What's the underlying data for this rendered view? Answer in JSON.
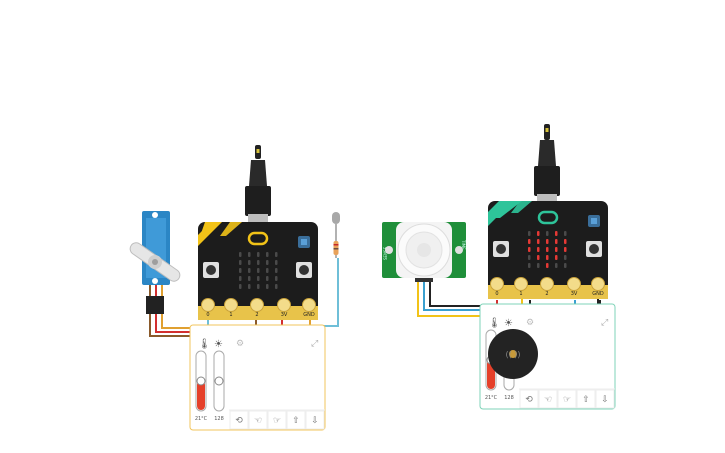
{
  "circuit_left": {
    "pins": [
      "0",
      "1",
      "2",
      "3V",
      "GND"
    ],
    "panel": {
      "temperature": "21°C",
      "light": "128",
      "temp_icon": "thermometer-icon",
      "light_icon": "sun-icon",
      "gesture_icons": [
        "shake-icon",
        "tilt-left-icon",
        "tilt-right-icon",
        "logo-up-icon",
        "logo-down-icon"
      ]
    },
    "colors": {
      "panel_border": "#f2c55c",
      "temp_fill": "#e5402a"
    }
  },
  "circuit_right": {
    "pins": [
      "0",
      "1",
      "2",
      "3V",
      "GND"
    ],
    "pir_texts": [
      "SENSE",
      "TIME"
    ],
    "panel": {
      "temperature": "21°C",
      "light": "128",
      "temp_icon": "thermometer-icon",
      "light_icon": "sun-icon",
      "gesture_icons": [
        "shake-icon",
        "tilt-left-icon",
        "tilt-right-icon",
        "logo-up-icon",
        "logo-down-icon"
      ]
    },
    "colors": {
      "panel_border": "#7fd3b8",
      "board_accent": "#2ec49a",
      "led_on": "#e53935"
    }
  },
  "colors": {
    "board": "#1c1c1c",
    "gold": "#e8c34a",
    "wire_yellow": "#f2c318",
    "wire_blue": "#3aa0d0",
    "wire_black": "#222222",
    "wire_red": "#d32f2f",
    "servo_blue": "#2b86c5"
  }
}
